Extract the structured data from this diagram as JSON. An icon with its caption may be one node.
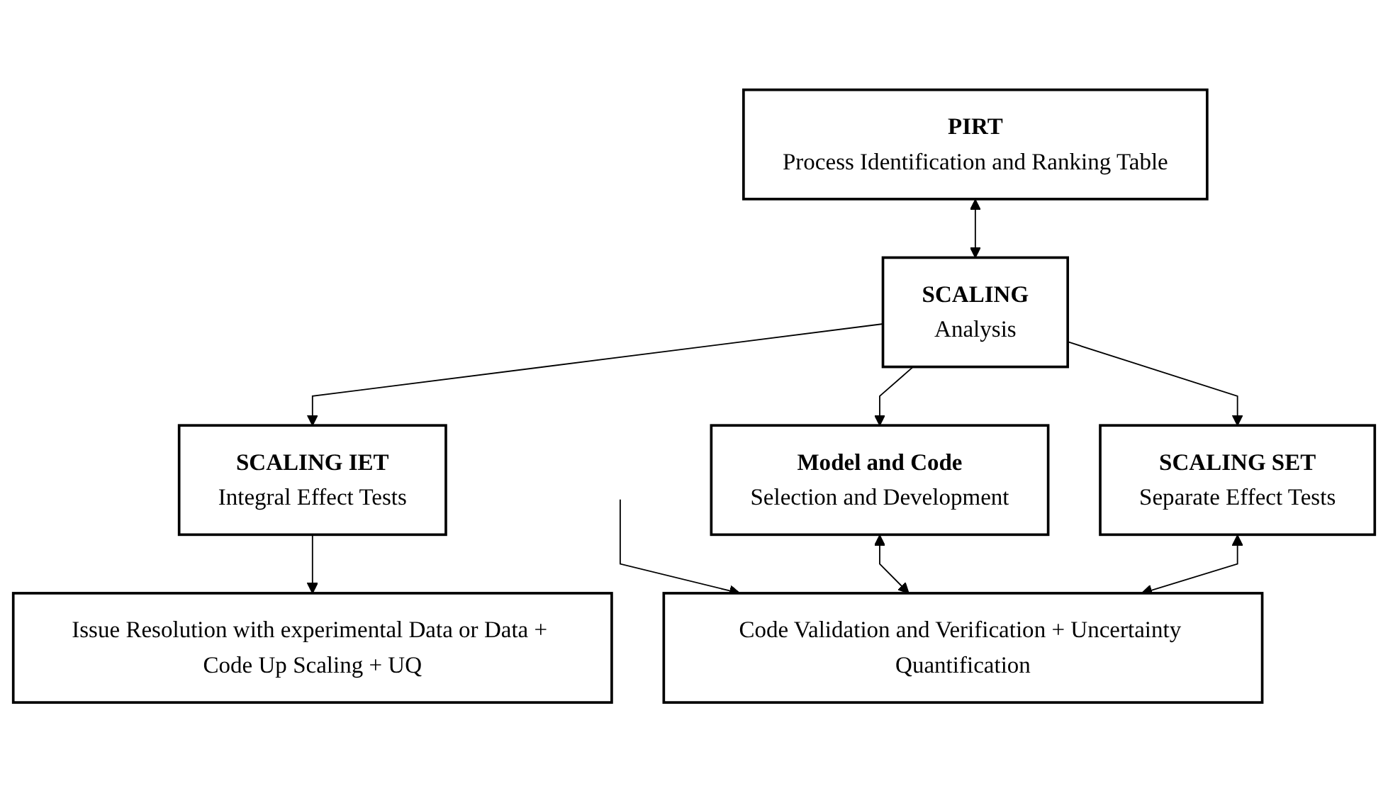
{
  "diagram": {
    "nodes": [
      {
        "text": [
          "PIRT",
          "Process Identification and Ranking Table"
        ]
      },
      {
        "text": [
          "SCALING",
          "Analysis"
        ]
      },
      {
        "text": [
          "SCALING IET",
          "Integral Effect Tests"
        ]
      },
      {
        "text": [
          "SCALING SET",
          "Separate Effect Tests"
        ]
      },
      {
        "text": [
          "Model and Code",
          "Selection and Development"
        ]
      },
      {
        "text": [
          "Issue Resolution with experimental Data or Data + Code Up Scaling + UQ"
        ]
      },
      {
        "text": [
          "Code Validation and Verification + Uncertainty Quantification"
        ]
      }
    ],
    "edges": [
      {
        "from": 0,
        "to": 1,
        "arrow": "both"
      },
      {
        "from": 1,
        "to": 2,
        "arrow": "to"
      },
      {
        "from": 1,
        "to": 3,
        "arrow": "to"
      },
      {
        "from": 1,
        "to": 4,
        "arrow": "to"
      },
      {
        "from": 2,
        "to": 5,
        "arrow": "to"
      },
      {
        "from": null,
        "to": 6,
        "arrow": "to"
      },
      {
        "from": 4,
        "to": 6,
        "arrow": "both"
      },
      {
        "from": 3,
        "to": 6,
        "arrow": "both"
      }
    ]
  }
}
